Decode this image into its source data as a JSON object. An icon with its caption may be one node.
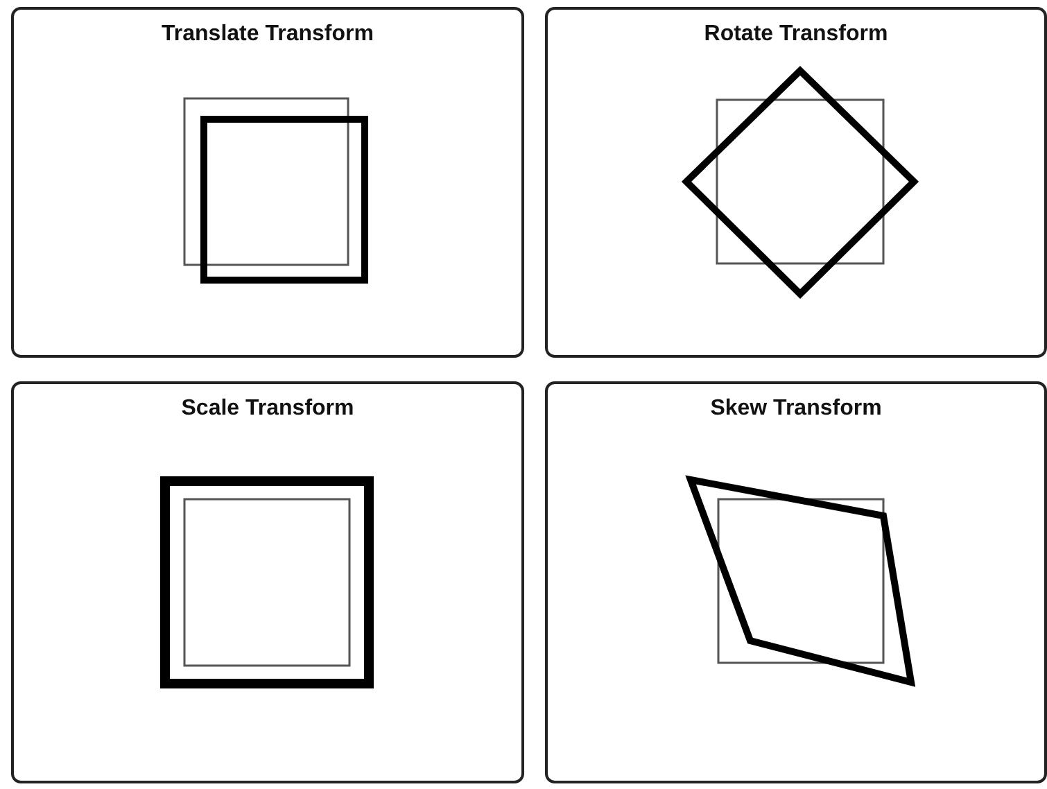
{
  "diagram": {
    "nodes": [
      {
        "text": [
          "Translate Transform"
        ]
      },
      {
        "text": [
          "Rotate Transform"
        ]
      },
      {
        "text": [
          "Scale Transform"
        ]
      },
      {
        "text": [
          "Skew Transform"
        ]
      }
    ]
  }
}
